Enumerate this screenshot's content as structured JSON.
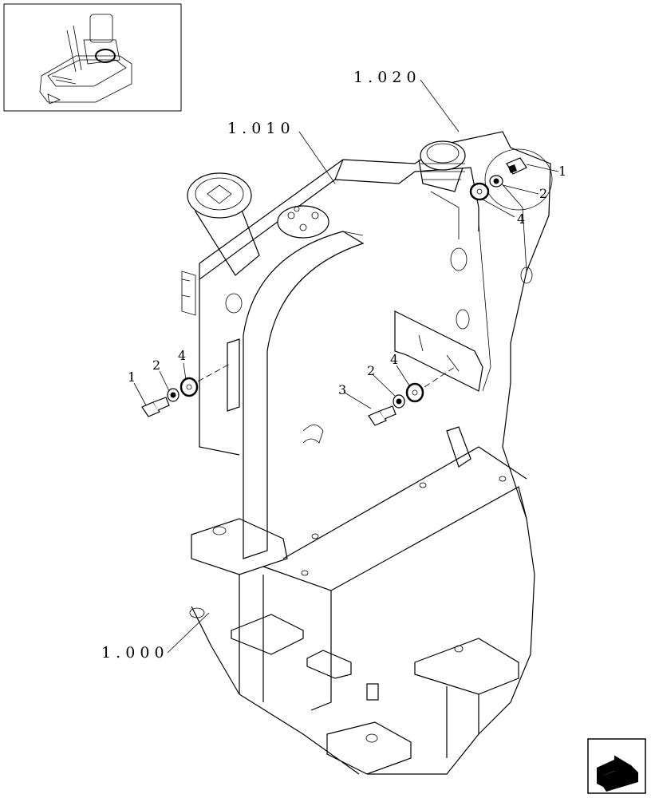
{
  "diagram": {
    "references": [
      {
        "id": "ref-1-000",
        "text": "1 . 0 0 0"
      },
      {
        "id": "ref-1-010",
        "text": "1 . 0 1 0"
      },
      {
        "id": "ref-1-020",
        "text": "1 . 0 2 0"
      }
    ],
    "callouts": {
      "top_right": [
        "1",
        "2",
        "4"
      ],
      "left_group": [
        "1",
        "2",
        "4"
      ],
      "center_group": [
        "3",
        "2",
        "4"
      ]
    },
    "navigation_icon": "next-page-arrow-icon"
  }
}
